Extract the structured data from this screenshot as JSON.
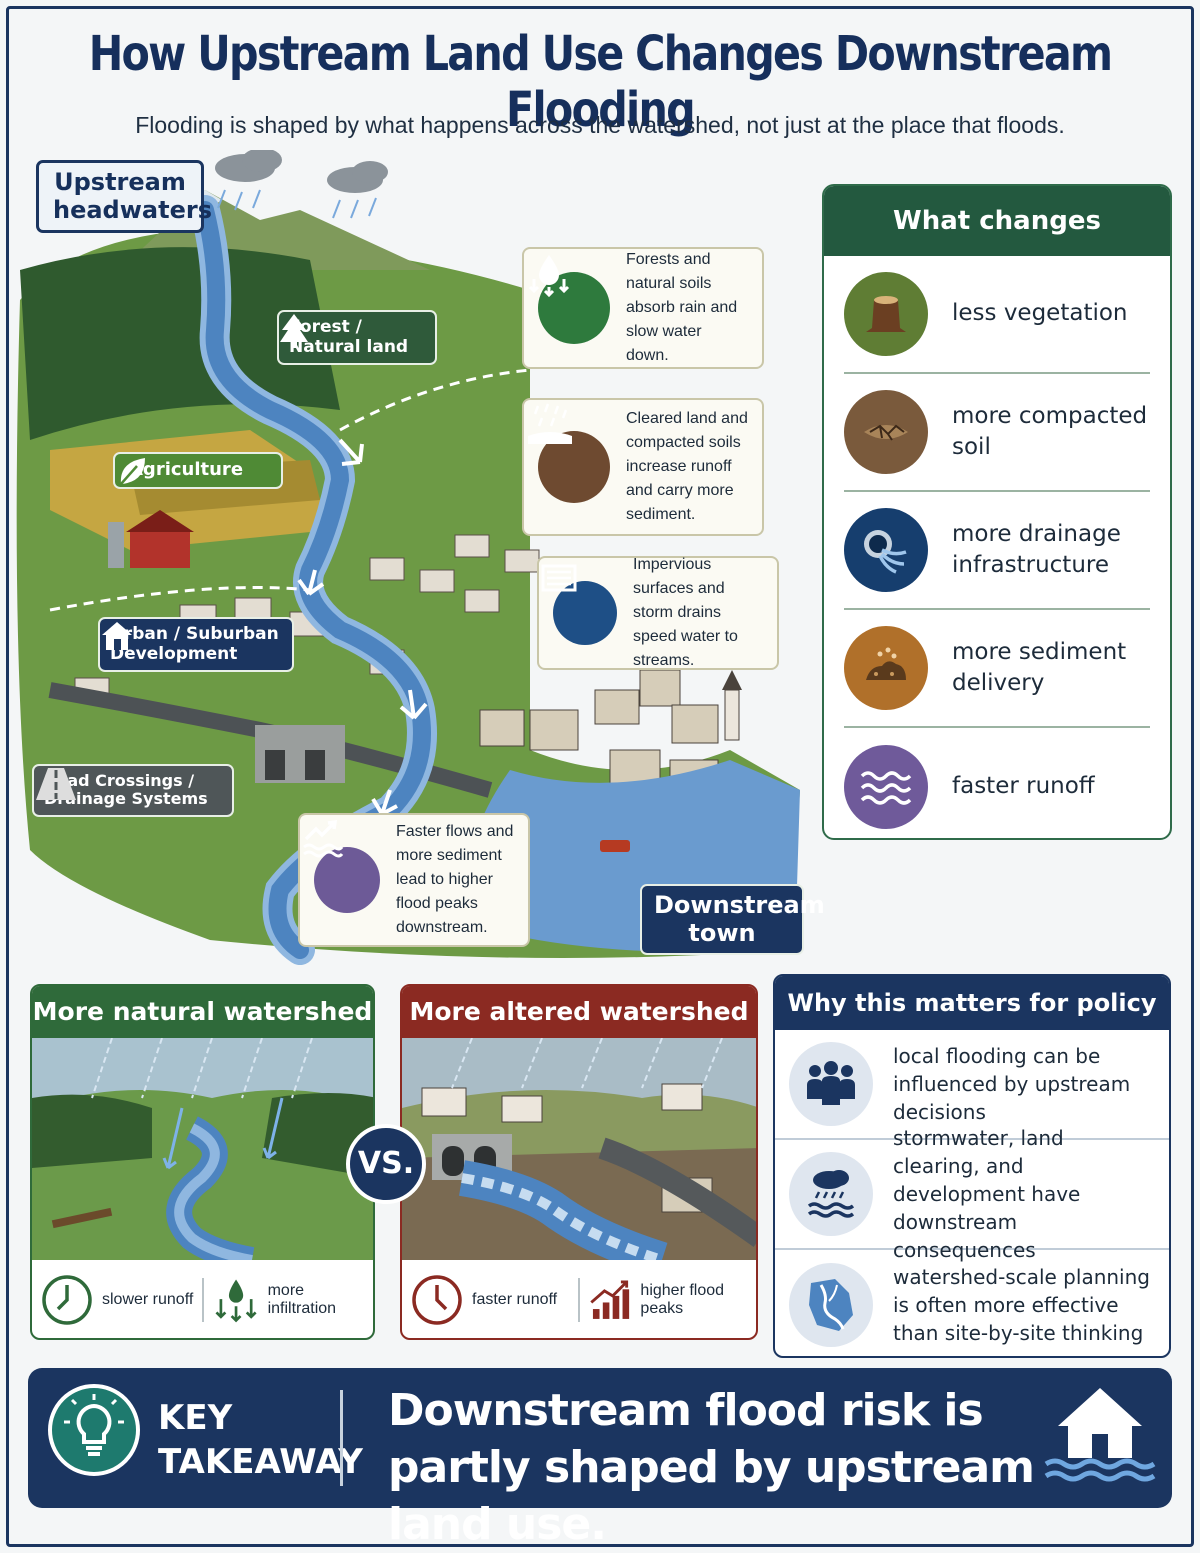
{
  "header": {
    "title": "How Upstream Land Use Changes Downstream Flooding",
    "subtitle": "Flooding is shaped by what happens across the watershed, not just at the place that floods."
  },
  "scene": {
    "headwaters_label": "Upstream headwaters",
    "downstream_label": "Downstream town",
    "zones": {
      "forest": "Forest / Natural land",
      "agriculture": "Agriculture",
      "urban": "Urban / Suburban Development",
      "roads": "Road Crossings / Drainage Systems"
    },
    "notes": {
      "forest": "Forests and natural soils absorb rain and slow water down.",
      "cleared": "Cleared land and compacted soils increase runoff and carry more sediment.",
      "impervious": "Impervious surfaces and storm drains speed water to streams.",
      "peaks": "Faster flows and more sediment lead to higher flood peaks downstream."
    }
  },
  "changes": {
    "title": "What changes upstream?",
    "items": [
      {
        "label": "less vegetation",
        "icon": "stump-icon",
        "color": "#5f7d34"
      },
      {
        "label": "more compacted soil",
        "icon": "cracked-soil-icon",
        "color": "#7a5a3c"
      },
      {
        "label": "more drainage infrastructure",
        "icon": "drain-pipe-icon",
        "color": "#163e6e"
      },
      {
        "label": "more sediment delivery",
        "icon": "sediment-pile-icon",
        "color": "#b0702a"
      },
      {
        "label": "faster runoff",
        "icon": "waves-icon",
        "color": "#6f5a9a"
      }
    ]
  },
  "comparison": {
    "natural": {
      "title": "More natural watershed",
      "a": "slower runoff",
      "b": "more infiltration",
      "color": "#2f6a3a"
    },
    "altered": {
      "title": "More altered watershed",
      "a": "faster runoff",
      "b": "higher flood peaks",
      "color": "#8b2a22"
    },
    "vs": "VS."
  },
  "policy": {
    "title": "Why this matters for policy",
    "items": [
      {
        "text": "local flooding can be influenced by upstream decisions",
        "icon": "people-icon"
      },
      {
        "text": "stormwater, land clearing, and development have downstream consequences",
        "icon": "rain-cloud-icon"
      },
      {
        "text": "watershed-scale planning is often more effective than site-by-site thinking",
        "icon": "watershed-map-icon"
      }
    ]
  },
  "takeaway": {
    "label": "KEY TAKEAWAY",
    "message": "Downstream flood risk is partly shaped by upstream land use."
  },
  "colors": {
    "navy": "#1b3560",
    "green": "#23593f",
    "red": "#8b2a22",
    "water": "#5b8fc7"
  }
}
